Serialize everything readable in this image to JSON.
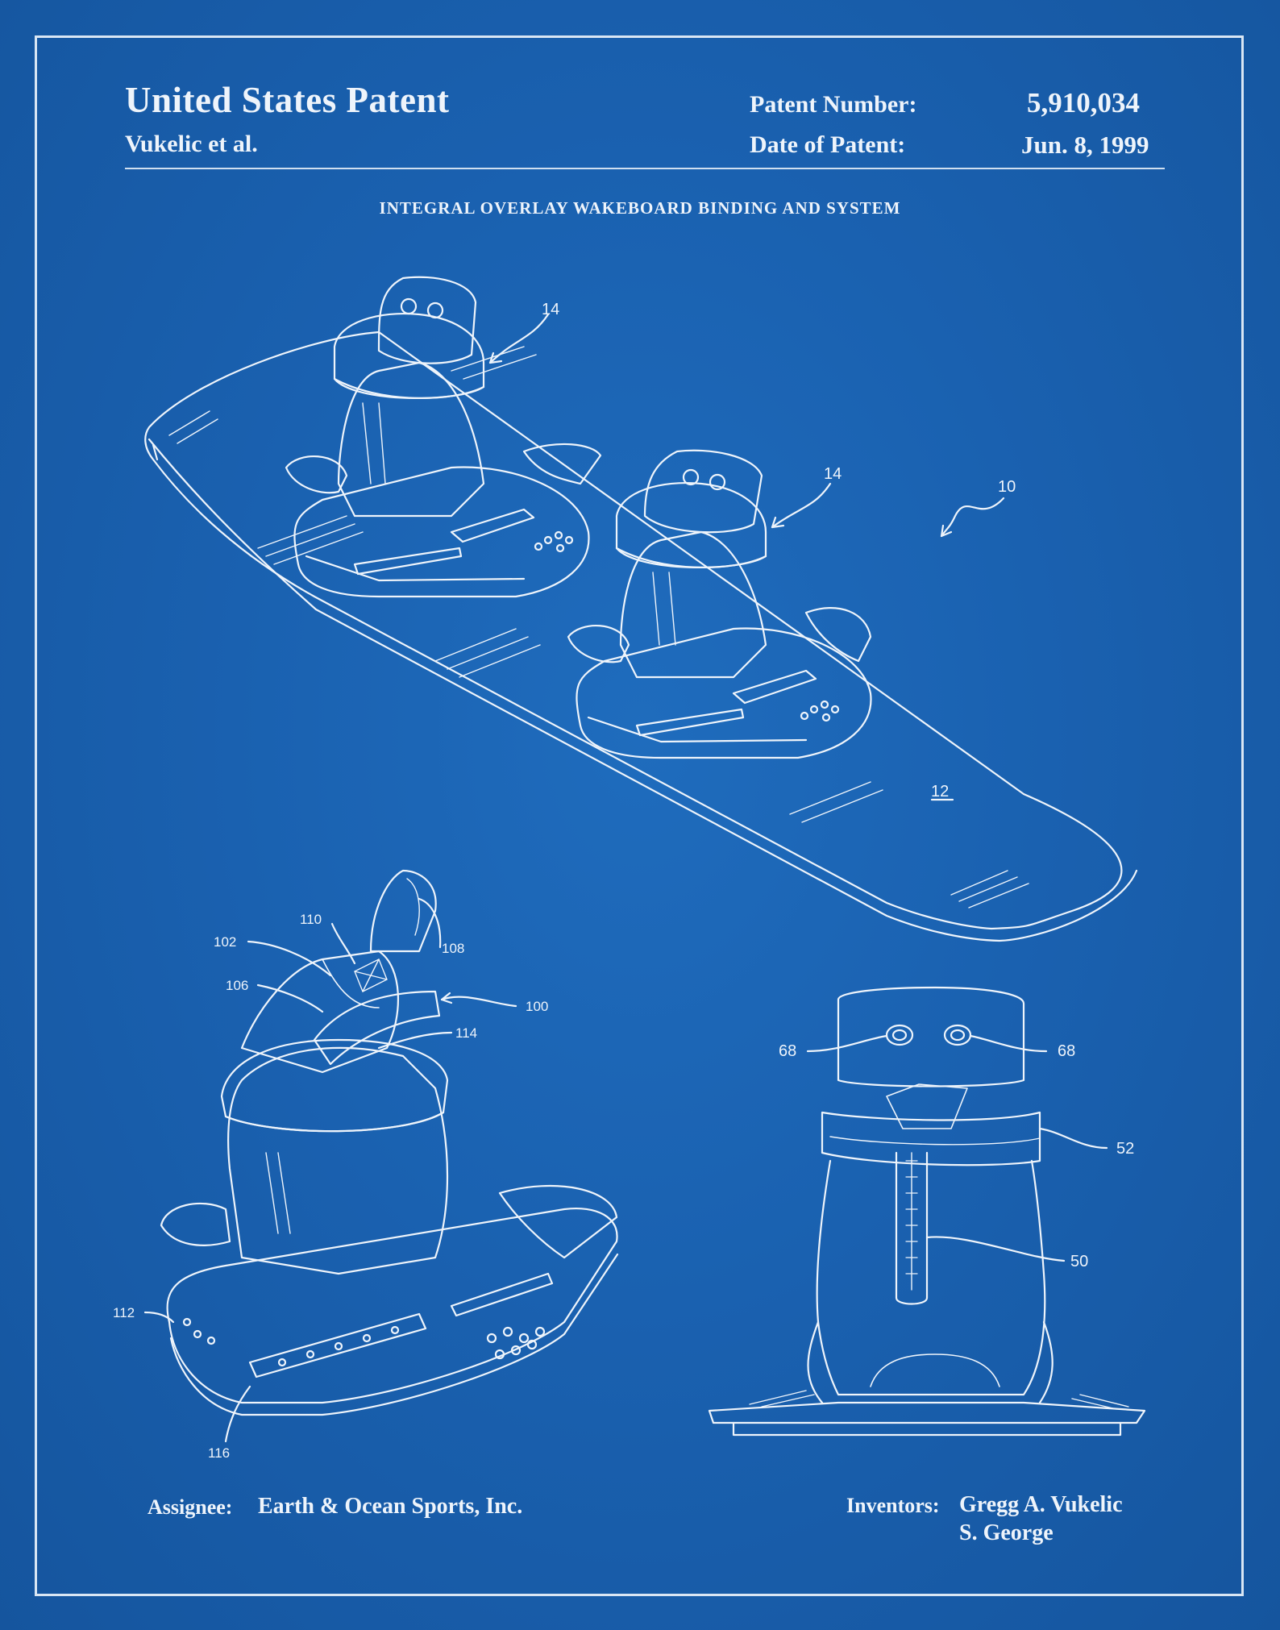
{
  "header": {
    "title": "United States Patent",
    "inventor_short": "Vukelic et al.",
    "patent_number_label": "Patent Number:",
    "patent_number": "5,910,034",
    "date_label": "Date of Patent:",
    "date": "Jun. 8, 1999"
  },
  "document_title": "INTEGRAL OVERLAY WAKEBOARD BINDING AND SYSTEM",
  "figures": {
    "wakeboard_refs": {
      "binding_left": "14",
      "binding_right": "14",
      "system": "10",
      "board": "12"
    },
    "binding_refs": [
      "110",
      "102",
      "108",
      "106",
      "100",
      "114",
      "112",
      "116"
    ],
    "boot_rear_refs": [
      "68",
      "68",
      "52",
      "50"
    ]
  },
  "footer": {
    "assignee_label": "Assignee:",
    "assignee": "Earth & Ocean Sports, Inc.",
    "inventors_label": "Inventors:",
    "inventor_1": "Gregg A. Vukelic",
    "inventor_2": "S. George"
  },
  "colors": {
    "background": "#1a5da8",
    "line": "#eef4fb"
  }
}
